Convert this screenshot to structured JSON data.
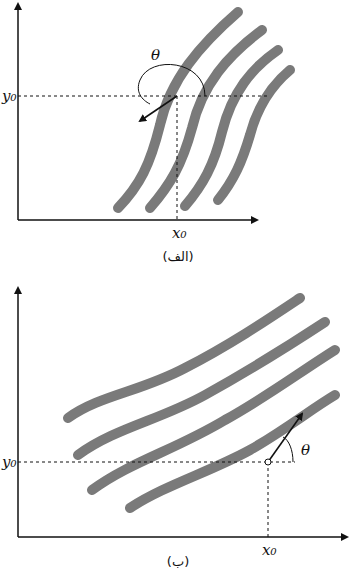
{
  "diagram": {
    "labels": [
      "θ",
      "y₀",
      "x₀",
      "(الف)",
      "θ",
      "y₀",
      "x₀",
      "(ب)"
    ]
  }
}
